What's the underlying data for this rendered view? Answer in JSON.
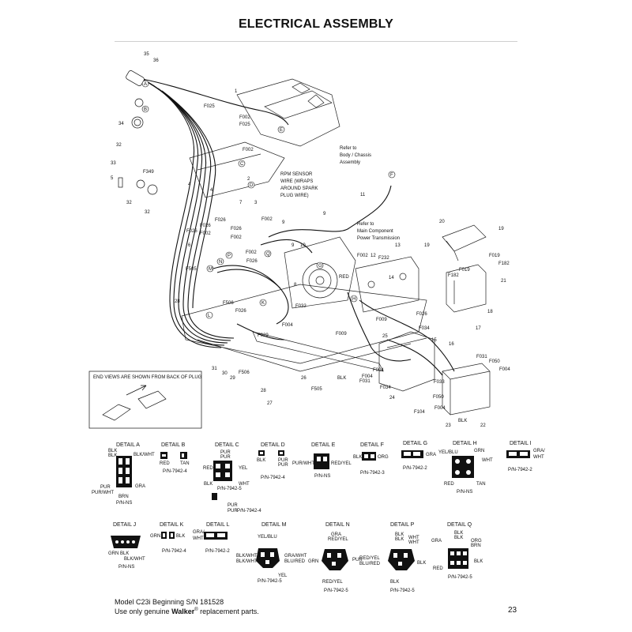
{
  "title": "ELECTRICAL ASSEMBLY",
  "footer": {
    "model": "Model C23i Beginning S/N 181528",
    "note_pre": "Use only genuine ",
    "brand": "Walker",
    "reg": "®",
    "note_post": " replacement parts.",
    "page": "23"
  },
  "callouts": {
    "refer_chassis": [
      "Refer to",
      "Body / Chassis",
      "Assembly"
    ],
    "rpm_sensor": [
      "RPM SENSOR",
      "WIRE (WRAPS",
      "AROUND SPARK",
      "PLUG WIRE)"
    ],
    "refer_main": [
      "Refer to",
      "Main Component",
      "Power Transmission"
    ],
    "end_views": "END VIEWS ARE SHOWN FROM BACK OF PLUG"
  },
  "part_numbers": [
    "1",
    "2",
    "3",
    "4",
    "5",
    "6",
    "7",
    "8",
    "9",
    "10",
    "11",
    "12",
    "13",
    "14",
    "15",
    "16",
    "17",
    "18",
    "19",
    "20",
    "21",
    "22",
    "23",
    "24",
    "25",
    "26",
    "27",
    "28",
    "29",
    "30",
    "31",
    "32",
    "33",
    "34",
    "35",
    "36"
  ],
  "fuse_labels": [
    "F025",
    "F002",
    "F025",
    "F002",
    "F349",
    "F002",
    "F026",
    "F026",
    "F002",
    "F026",
    "F002",
    "F026",
    "F002",
    "F505",
    "F026",
    "F506",
    "F026",
    "F029",
    "F004",
    "F009",
    "F009",
    "F026",
    "F034",
    "F032",
    "F232",
    "F002",
    "F004",
    "F031",
    "F050",
    "F004",
    "F182",
    "F019",
    "F182",
    "F019",
    "F506",
    "F505",
    "F031",
    "F034",
    "F004",
    "F104",
    "F033",
    "F050",
    "F004"
  ],
  "mini_labels": [
    "A",
    "B",
    "C",
    "D",
    "E",
    "F",
    "G",
    "H",
    "K",
    "M",
    "N",
    "P",
    "Q",
    "L",
    "RED",
    "BLK"
  ],
  "details": [
    {
      "title": "DETAIL A",
      "labels": [
        "BLK",
        "BLK",
        "BLK/WHT",
        "PUR",
        "PUR/WHT",
        "GRA",
        "BRN",
        "P/N-NS"
      ]
    },
    {
      "title": "DETAIL B",
      "labels": [
        "RED",
        "TAN",
        "P/N-7942-4"
      ]
    },
    {
      "title": "DETAIL C",
      "labels": [
        "PUR",
        "PUR",
        "RED",
        "YEL",
        "BLK",
        "WHT",
        "P/N-7942-5"
      ]
    },
    {
      "title": "DETAIL D",
      "labels": [
        "BLK",
        "PUR",
        "PUR",
        "P/N-7942-4"
      ]
    },
    {
      "title": "DETAIL E",
      "labels": [
        "PUR/WHT",
        "RED/YEL",
        "P/N-NS"
      ]
    },
    {
      "title": "DETAIL F",
      "labels": [
        "BLK",
        "ORG",
        "P/N-7942-3"
      ]
    },
    {
      "title": "DETAIL G",
      "labels": [
        "GRA",
        "P/N-7942-2"
      ]
    },
    {
      "title": "DETAIL H",
      "labels": [
        "YEL/BLU",
        "GRN",
        "WHT",
        "RED",
        "TAN",
        "P/N-NS"
      ]
    },
    {
      "title": "DETAIL I",
      "labels": [
        "GRA/",
        "WHT",
        "P/N-7942-2"
      ]
    },
    {
      "title": "DETAIL J",
      "labels": [
        "GRN",
        "BLK",
        "BLK/WHT",
        "P/N-NS"
      ]
    },
    {
      "title": "DETAIL K",
      "labels": [
        "GRN",
        "BLK",
        "P/N-7942-4"
      ]
    },
    {
      "title": "DETAIL L",
      "labels": [
        "GRA/",
        "WHT",
        "P/N-7942-2"
      ]
    },
    {
      "title": "DETAIL M",
      "labels": [
        "YEL/BLU",
        "BLK/WHT",
        "BLK/WHT",
        "GRA/WHT",
        "BLU/RED",
        "YEL",
        "P/N-7942-5"
      ]
    },
    {
      "title": "DETAIL N",
      "labels": [
        "GRA",
        "RED/YEL",
        "GRN",
        "PUR",
        "RED/YEL",
        "P/N-7942-5"
      ]
    },
    {
      "title": "DETAIL P",
      "labels": [
        "BLK",
        "BLK",
        "WHT",
        "WHT",
        "RED/YEL",
        "BLU/RED",
        "BLK",
        "P/N-7942-5"
      ]
    },
    {
      "title": "DETAIL Q",
      "labels": [
        "BLK",
        "BLK",
        "ORG",
        "BRN",
        "GRA",
        "RED",
        "BLK",
        "P/N-7942-5"
      ]
    }
  ],
  "extra_detail_c": [
    "PUR",
    "PUR",
    "P/N-7942-4"
  ]
}
